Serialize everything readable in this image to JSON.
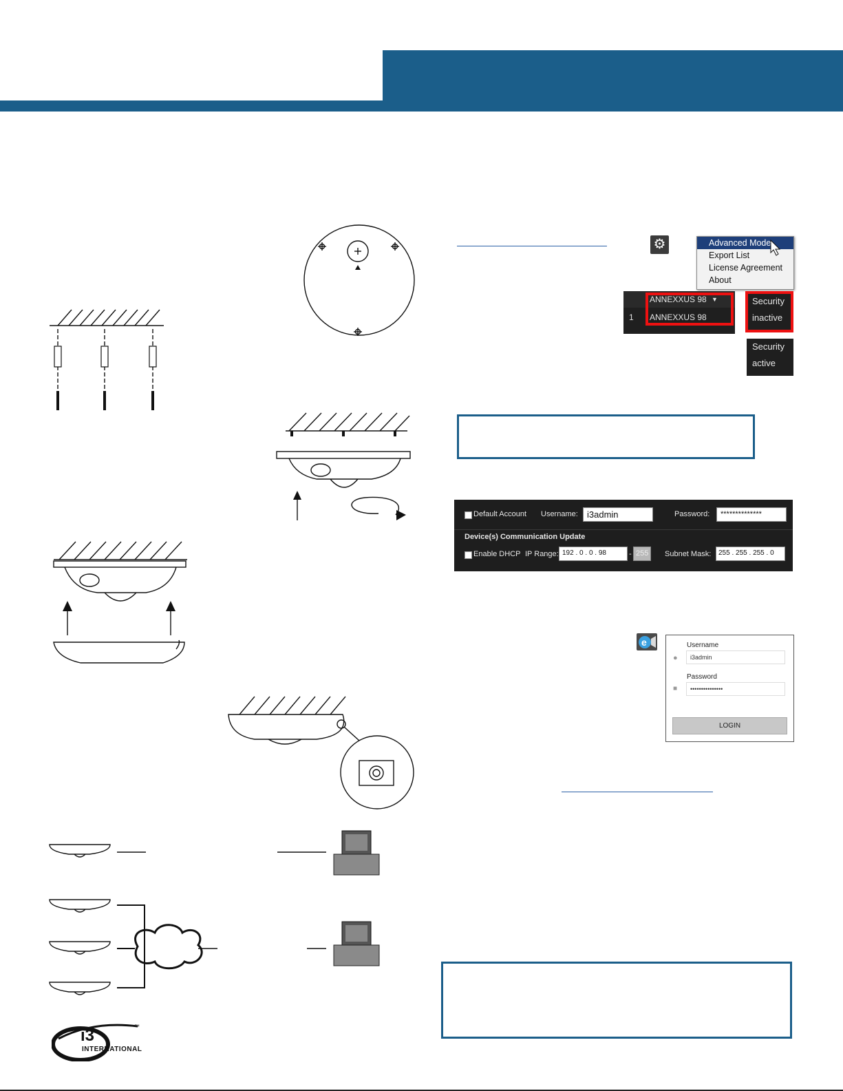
{
  "utility_menu": {
    "items": [
      "Advanced Mode",
      "Export List",
      "License Agreement",
      "About"
    ],
    "selected": "Advanced Mode"
  },
  "device_list": {
    "header_model": "ANNEXXUS 98",
    "rows": [
      {
        "index": "1",
        "model": "ANNEXXUS 98"
      }
    ]
  },
  "security_status": {
    "header": "Security",
    "inactive": "inactive",
    "active": "active"
  },
  "credentials_panel": {
    "default_account_label": "Default Account",
    "username_label": "Username:",
    "username_value": "i3admin",
    "password_label": "Password:",
    "password_value": "**************",
    "section_title": "Device(s) Communication Update",
    "dhcp_label": "Enable DHCP",
    "ip_range_label": "IP Range:",
    "ip_octets": [
      "192",
      "0",
      "0",
      "98"
    ],
    "ip_range_end": "255",
    "subnet_label": "Subnet Mask:",
    "subnet_octets": [
      "255",
      "255",
      "255",
      "0"
    ]
  },
  "login_panel": {
    "username_label": "Username",
    "username_value": "i3admin",
    "password_label": "Password",
    "password_value": "•••••••••••••••",
    "login_button": "LOGIN"
  },
  "logo": {
    "brand": "i3",
    "sub": "INTERNATIONAL",
    "tm": "™"
  },
  "colors": {
    "brand_blue": "#1b5e8a",
    "highlight_red": "#e11111",
    "panel_dark": "#1e1e1e"
  }
}
